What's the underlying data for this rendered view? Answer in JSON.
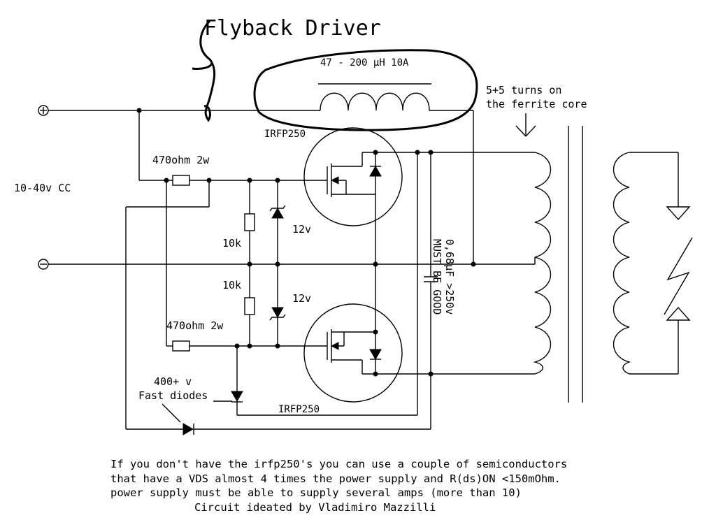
{
  "title": "Flyback Driver",
  "inductor_label": "47 - 200 µH 10A",
  "core_note": [
    "5+5 turns on",
    "the ferrite core"
  ],
  "supply_label": "10-40v CC",
  "resistor_gate_top": "470ohm 2w",
  "resistor_gate_bottom": "470ohm 2w",
  "resistor_10k_top": "10k",
  "resistor_10k_bottom": "10k",
  "zener_top": "12v",
  "zener_bottom": "12v",
  "mosfet_top": "IRFP250",
  "mosfet_bottom": "IRFP250",
  "diodes_label": [
    "400+ v",
    "Fast diodes"
  ],
  "capacitor_label": [
    "0,68µF >250v",
    "MUST BE GOOD"
  ],
  "plus_symbol": "+",
  "minus_symbol": "−",
  "footer": [
    "If you don't have the irfp250's you can use a couple of semiconductors",
    "that have a VDS almost 4 times the power supply and R(ds)ON <150mOhm.",
    "power supply must be able to supply several amps (more than 10)",
    "Circuit ideated by Vladimiro Mazzilli"
  ]
}
